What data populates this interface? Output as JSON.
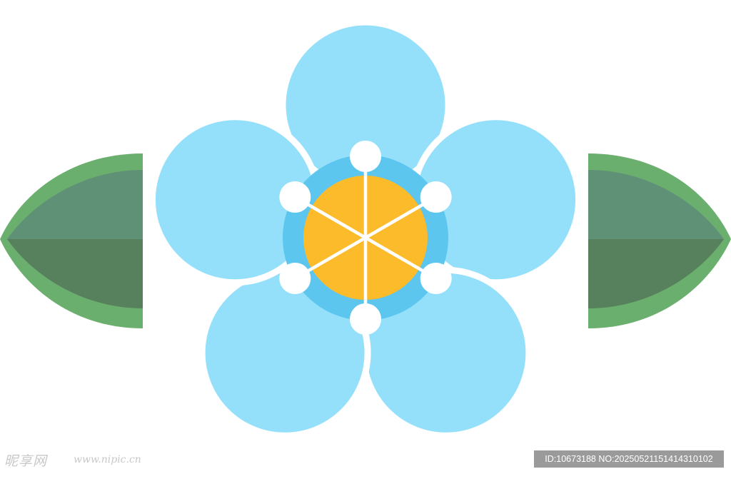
{
  "illustration": {
    "subject": "flower",
    "colors": {
      "background": "#ffffff",
      "petal": "#94e0fb",
      "petal_gap": "#ffffff",
      "inner_ring": "#5cc6ee",
      "center": "#fbbb2a",
      "stamen": "#ffffff",
      "leaf_outer": "#6baf6f",
      "leaf_upper": "#5f9177",
      "leaf_lower": "#57805d"
    },
    "petal_count": 5,
    "stamen_count": 6,
    "leaf_count": 2
  },
  "watermark": {
    "logo_text": "昵享网",
    "site": "www.nipic.cn",
    "id_text": "ID:10673188 NO:20250521151414310102"
  }
}
